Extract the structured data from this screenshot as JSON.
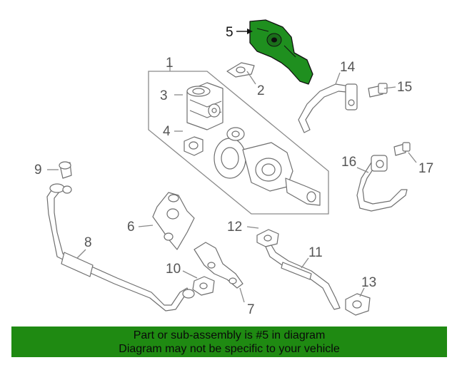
{
  "callouts": {
    "c1": "1",
    "c2": "2",
    "c3": "3",
    "c4": "4",
    "c5": "5",
    "c6": "6",
    "c7": "7",
    "c8": "8",
    "c9": "9",
    "c10": "10",
    "c11": "11",
    "c12": "12",
    "c13": "13",
    "c14": "14",
    "c15": "15",
    "c16": "16",
    "c17": "17"
  },
  "highlight": {
    "part": "5",
    "color": "#1f8f1f"
  },
  "banner": {
    "line1": "Part or sub-assembly is #5 in diagram",
    "line2": "Diagram may not be specific to your vehicle",
    "color": "#1f8a12"
  }
}
